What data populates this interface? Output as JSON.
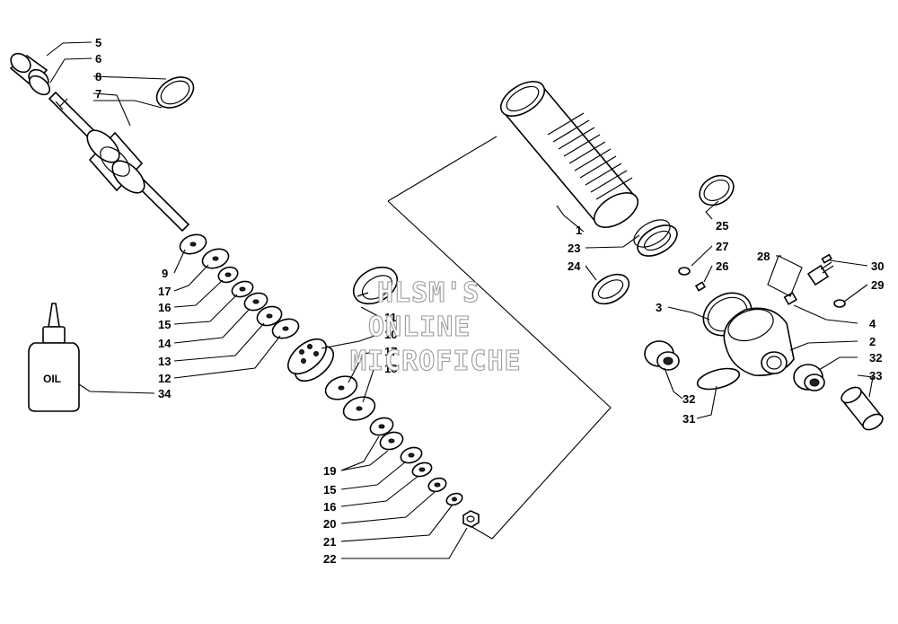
{
  "watermark": {
    "line1": "HLSM'S",
    "line2": "ONLINE",
    "line3": "MICROFICHE"
  },
  "oil_bottle_text": "OIL",
  "callouts": [
    {
      "id": "c5",
      "text": "5"
    },
    {
      "id": "c6",
      "text": "6"
    },
    {
      "id": "c8",
      "text": "8"
    },
    {
      "id": "c7",
      "text": "7"
    },
    {
      "id": "c9",
      "text": "9"
    },
    {
      "id": "c17a",
      "text": "17"
    },
    {
      "id": "c16a",
      "text": "16"
    },
    {
      "id": "c15a",
      "text": "15"
    },
    {
      "id": "c14",
      "text": "14"
    },
    {
      "id": "c13",
      "text": "13"
    },
    {
      "id": "c12",
      "text": "12"
    },
    {
      "id": "c34",
      "text": "34"
    },
    {
      "id": "c11",
      "text": "11"
    },
    {
      "id": "c10",
      "text": "10"
    },
    {
      "id": "c17b",
      "text": "17"
    },
    {
      "id": "c18",
      "text": "18"
    },
    {
      "id": "c19",
      "text": "19"
    },
    {
      "id": "c15b",
      "text": "15"
    },
    {
      "id": "c16b",
      "text": "16"
    },
    {
      "id": "c20",
      "text": "20"
    },
    {
      "id": "c21",
      "text": "21"
    },
    {
      "id": "c22",
      "text": "22"
    },
    {
      "id": "c1",
      "text": "1"
    },
    {
      "id": "c23",
      "text": "23"
    },
    {
      "id": "c24",
      "text": "24"
    },
    {
      "id": "c25",
      "text": "25"
    },
    {
      "id": "c27",
      "text": "27"
    },
    {
      "id": "c26",
      "text": "26"
    },
    {
      "id": "c28",
      "text": "28"
    },
    {
      "id": "c30",
      "text": "30"
    },
    {
      "id": "c29",
      "text": "29"
    },
    {
      "id": "c3",
      "text": "3"
    },
    {
      "id": "c4",
      "text": "4"
    },
    {
      "id": "c2",
      "text": "2"
    },
    {
      "id": "c32a",
      "text": "32"
    },
    {
      "id": "c32b",
      "text": "32"
    },
    {
      "id": "c33",
      "text": "33"
    },
    {
      "id": "c31",
      "text": "31"
    }
  ]
}
